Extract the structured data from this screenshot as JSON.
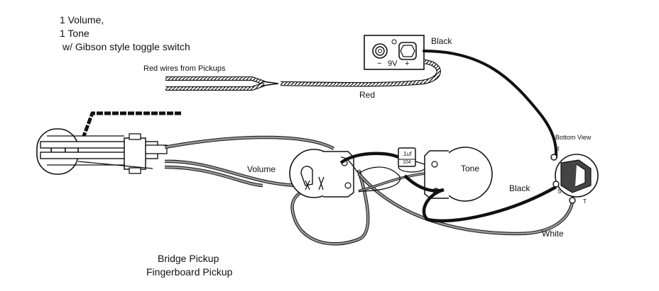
{
  "notes": {
    "line1": "1 Volume,",
    "line2": "1 Tone",
    "line3": "w/ Gibson style toggle switch"
  },
  "labels": {
    "red_wires": "Red wires from Pickups",
    "red": "Red",
    "black_top": "Black",
    "black_lower": "Black",
    "white": "White",
    "volume": "Volume",
    "tone": "Tone",
    "bottom_view": "Bottom View",
    "bridge_pickup": "Bridge Pickup",
    "fingerboard_pickup": "Fingerboard Pickup"
  },
  "battery": {
    "minus": "−",
    "voltage": "9V",
    "plus": "+"
  },
  "capacitor": {
    "value": ".1uf",
    "code": "104"
  },
  "jack": {
    "ring": "R",
    "sleeve": "S",
    "tip": "T"
  },
  "colors": {
    "line": "#111111",
    "shielded_wire": "#8a8a8a",
    "background": "#ffffff"
  }
}
